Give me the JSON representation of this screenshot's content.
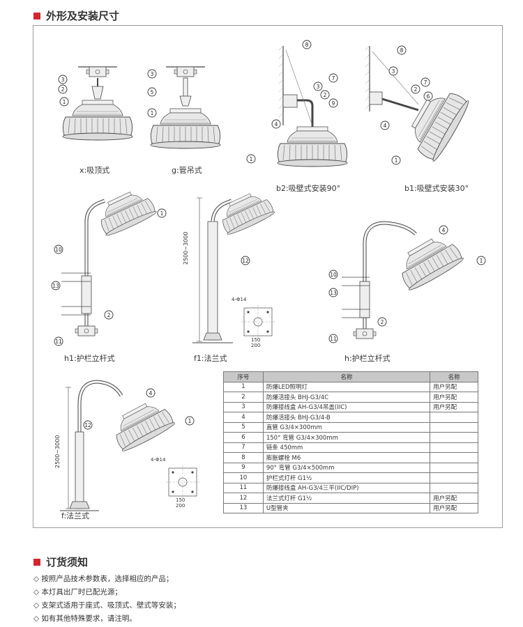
{
  "section1": {
    "title": "外形及安装尺寸"
  },
  "captions": {
    "x": "x:吸顶式",
    "g": "g:管吊式",
    "b2": "b2:吸壁式安装90°",
    "b1": "b1:吸壁式安装30°",
    "h1a": "h1:护栏立杆式",
    "f1": "f1:法兰式",
    "h1b": "h:护栏立杆式",
    "f": "f:法兰式"
  },
  "dims": {
    "height1": "2500~3000",
    "height2": "2500~3000",
    "hole1": "4-Φ14",
    "hole2": "4-Φ14",
    "d150": "150",
    "d200": "200"
  },
  "callouts": [
    "1",
    "2",
    "3",
    "4",
    "5",
    "6",
    "7",
    "8",
    "9",
    "10",
    "11",
    "12",
    "13"
  ],
  "table": {
    "headers": [
      "序号",
      "名称",
      "名称"
    ],
    "rows": [
      {
        "no": "1",
        "name": "防爆LED照明灯",
        "remark": "用户另配"
      },
      {
        "no": "2",
        "name": "防爆活接头 BHJ-G3/4C",
        "remark": "用户另配"
      },
      {
        "no": "3",
        "name": "防爆接线盒 AH-G3/4吊盖(IIC)",
        "remark": "用户另配"
      },
      {
        "no": "4",
        "name": "防爆活接头 BHJ-G3/4-B",
        "remark": ""
      },
      {
        "no": "5",
        "name": "直管 G3/4×300mm",
        "remark": ""
      },
      {
        "no": "6",
        "name": "150° 弯管 G3/4×300mm",
        "remark": ""
      },
      {
        "no": "7",
        "name": "链条 450mm",
        "remark": ""
      },
      {
        "no": "8",
        "name": "膨胀螺栓 M6",
        "remark": ""
      },
      {
        "no": "9",
        "name": "90° 弯管 G3/4×500mm",
        "remark": ""
      },
      {
        "no": "10",
        "name": "护栏式灯杆 G1½",
        "remark": ""
      },
      {
        "no": "11",
        "name": "防爆接线盒 AH-G3/4三平(IIC/DIP)",
        "remark": ""
      },
      {
        "no": "12",
        "name": "法兰式灯杆 G1½",
        "remark": "用户另配"
      },
      {
        "no": "13",
        "name": "U型管夹",
        "remark": "用户另配"
      }
    ]
  },
  "section2": {
    "title": "订货须知"
  },
  "notes": [
    "◇ 按照产品技术参数表，选择相应的产品；",
    "◇ 本灯具出厂时已配光源；",
    "◇ 支架式适用于座式、吸顶式、壁式等安装；",
    "◇ 如有其他特殊要求，请注明。"
  ]
}
